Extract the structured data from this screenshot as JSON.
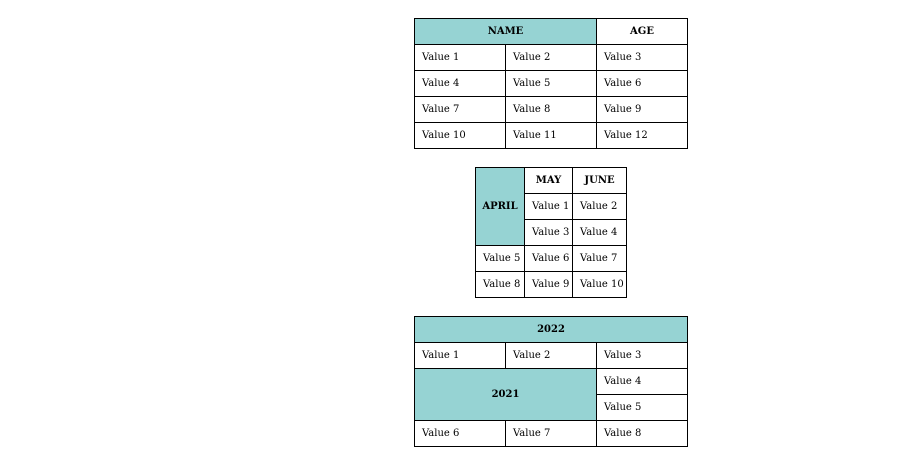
{
  "table1": {
    "headers": [
      "NAME",
      "AGE"
    ],
    "rows": [
      [
        "Value 1",
        "Value 2",
        "Value 3"
      ],
      [
        "Value 4",
        "Value 5",
        "Value 6"
      ],
      [
        "Value 7",
        "Value 8",
        "Value 9"
      ],
      [
        "Value 10",
        "Value 11",
        "Value 12"
      ]
    ]
  },
  "table2": {
    "headers": [
      "APRIL",
      "MAY",
      "JUNE"
    ],
    "rows": [
      [
        "Value 1",
        "Value 2"
      ],
      [
        "Value 3",
        "Value 4"
      ],
      [
        "Value 5",
        "Value 6",
        "Value 7"
      ],
      [
        "Value 8",
        "Value 9",
        "Value 10"
      ]
    ]
  },
  "table3": {
    "header": "2022",
    "merged_label": "2021",
    "rows": [
      [
        "Value 1",
        "Value 2",
        "Value 3"
      ],
      [
        "Value 4"
      ],
      [
        "Value 5"
      ],
      [
        "Value 6",
        "Value 7",
        "Value 8"
      ]
    ]
  },
  "colors": {
    "header_fill": "#96d3d3",
    "border": "#000000",
    "background": "#ffffff"
  }
}
